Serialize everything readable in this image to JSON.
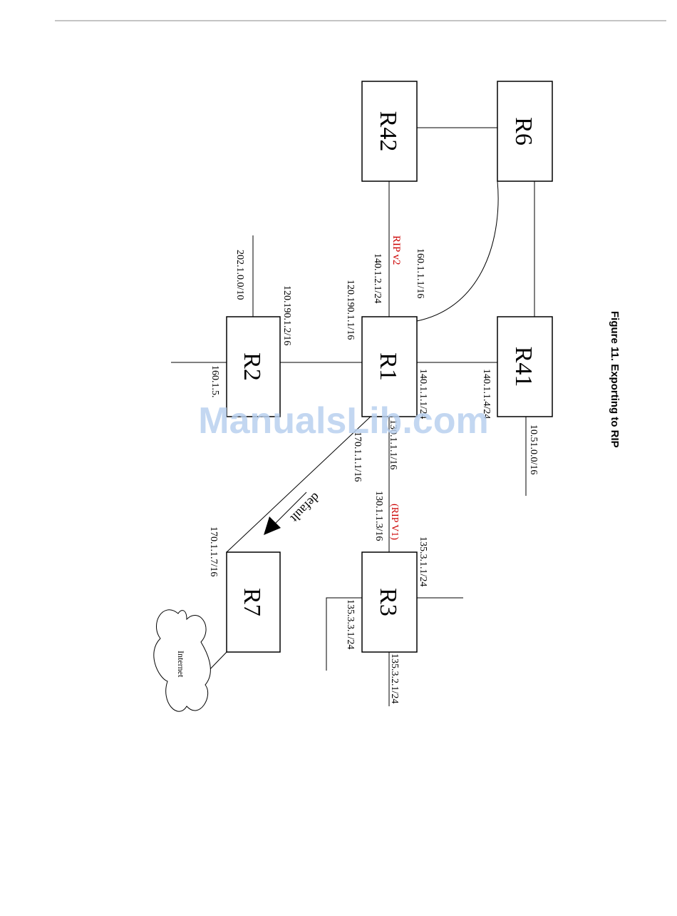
{
  "figure": {
    "caption": "Figure 11.  Exporting to RIP"
  },
  "routers": {
    "r42": "R42",
    "r6": "R6",
    "r1": "R1",
    "r41": "R41",
    "r2": "R2",
    "r3": "R3",
    "r7": "R7"
  },
  "labels": {
    "ip_160_1_1_1": "160.1.1.1/16",
    "rip_v2": "RIP v2",
    "ip_140_1_2_1": "140.1.2.1/24",
    "ip_120_190_1_1": "120.190.1.1/16",
    "ip_202_1_0_0": "202.1.0.0/10",
    "ip_120_190_1_2": "120.190.1.2/16",
    "ip_160_1_5": "160.1.5.",
    "ip_140_1_1_1": "140.1.1.1/24",
    "ip_140_1_1_4": "140.1.1.4/24",
    "ip_10_51_0_0": "10.51.0.0/16",
    "ip_130_1_1_1": "130.1.1.1/16",
    "ip_170_1_1_1": "170.1.1.1/16",
    "rip_v1": "(RIP V1)",
    "ip_130_1_1_3": "130.1.1.3/16",
    "ip_135_3_1_1": "135.3.1.1/24",
    "ip_135_3_3_1": "135.3.3.1/24",
    "ip_135_3_2_1": "135.3.2.1/24",
    "default_route": "default",
    "ip_170_1_1_7": "170.1.1.7/16",
    "internet": "Internet"
  },
  "watermark": "ManualsLib.com",
  "colors": {
    "rip_label": "#cc0000",
    "watermark": "#b9d0ee",
    "line": "#000000"
  }
}
